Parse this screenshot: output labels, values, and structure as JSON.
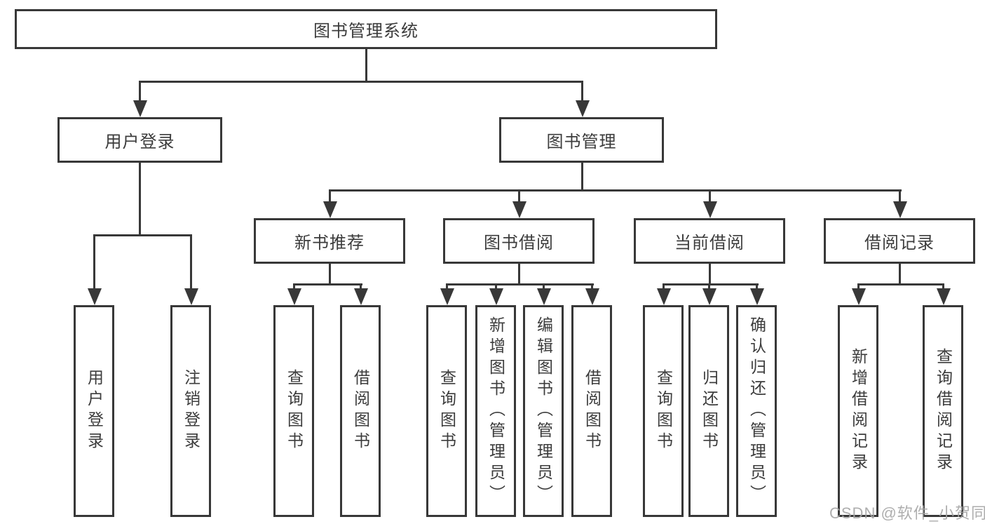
{
  "diagram": {
    "root": {
      "label": "图书管理系统"
    },
    "level1": [
      {
        "label": "用户登录"
      },
      {
        "label": "图书管理"
      }
    ],
    "level2": [
      {
        "label": "新书推荐"
      },
      {
        "label": "图书借阅"
      },
      {
        "label": "当前借阅"
      },
      {
        "label": "借阅记录"
      }
    ],
    "leaves": [
      "用户登录",
      "注销登录",
      "查询图书",
      "借阅图书",
      "查询图书",
      "新增图书（管理员）",
      "编辑图书（管理员）",
      "借阅图书",
      "查询图书",
      "归还图书",
      "确认归还（管理员）",
      "新增借阅记录",
      "查询借阅记录"
    ]
  },
  "watermark": "CSDN @软件_小贺同学",
  "colors": {
    "line": "#383838",
    "text": "#3c3c3c",
    "watermark": "#a5a5a5",
    "background": "#ffffff"
  }
}
